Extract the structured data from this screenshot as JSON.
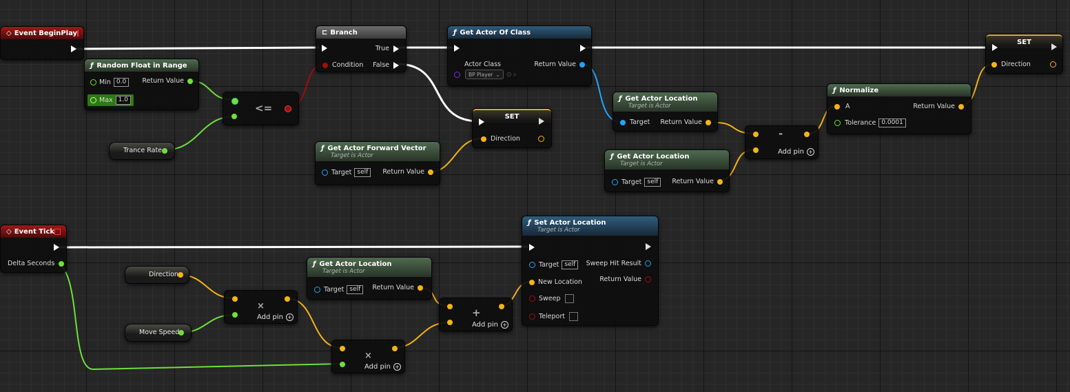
{
  "colors": {
    "exec": "#ffffff",
    "float": "#6fe03a",
    "vector": "#f5b414",
    "object": "#1fa6ff",
    "bool": "#a10d0d",
    "class": "#7d2bd9"
  },
  "nodes": {
    "begin_play": {
      "title": "Event BeginPlay"
    },
    "random_float": {
      "title": "Random Float in Range",
      "min_label": "Min",
      "min_value": "0.0",
      "max_label": "Max",
      "max_value": "1.0",
      "return": "Return Value"
    },
    "lte": {
      "op": "<="
    },
    "trance_rate": {
      "label": "Trance Rate"
    },
    "branch": {
      "title": "Branch",
      "condition": "Condition",
      "true_label": "True",
      "false_label": "False"
    },
    "get_actor_of_class": {
      "title": "Get Actor Of Class",
      "actor_class": "Actor Class",
      "class_value": "BP Player",
      "return": "Return Value"
    },
    "set_direction_1": {
      "title": "SET",
      "pin": "Direction"
    },
    "forward_vector": {
      "title": "Get Actor Forward Vector",
      "subtitle": "Target is Actor",
      "target": "Target",
      "self": "self",
      "return": "Return Value"
    },
    "get_loc_1": {
      "title": "Get Actor Location",
      "subtitle": "Target is Actor",
      "target": "Target",
      "return": "Return Value"
    },
    "get_loc_2": {
      "title": "Get Actor Location",
      "subtitle": "Target is Actor",
      "target": "Target",
      "self": "self",
      "return": "Return Value"
    },
    "subtract": {
      "op": "-",
      "add_pin": "Add pin"
    },
    "normalize": {
      "title": "Normalize",
      "a": "A",
      "tolerance": "Tolerance",
      "tolerance_value": "0.0001",
      "return": "Return Value"
    },
    "set_direction_2": {
      "title": "SET",
      "pin": "Direction"
    },
    "event_tick": {
      "title": "Event Tick",
      "delta": "Delta Seconds"
    },
    "direction_var": {
      "label": "Direction"
    },
    "move_speed_var": {
      "label": "Move Speed"
    },
    "multiply_1": {
      "op": "×",
      "add_pin": "Add pin"
    },
    "multiply_2": {
      "op": "×",
      "add_pin": "Add pin"
    },
    "get_loc_3": {
      "title": "Get Actor Location",
      "subtitle": "Target is Actor",
      "target": "Target",
      "self": "self",
      "return": "Return Value"
    },
    "add": {
      "op": "+",
      "add_pin": "Add pin"
    },
    "set_actor_location": {
      "title": "Set Actor Location",
      "subtitle": "Target is Actor",
      "target": "Target",
      "self": "self",
      "new_location": "New Location",
      "sweep": "Sweep",
      "teleport": "Teleport",
      "sweep_hit": "Sweep Hit Result",
      "return": "Return Value"
    }
  }
}
